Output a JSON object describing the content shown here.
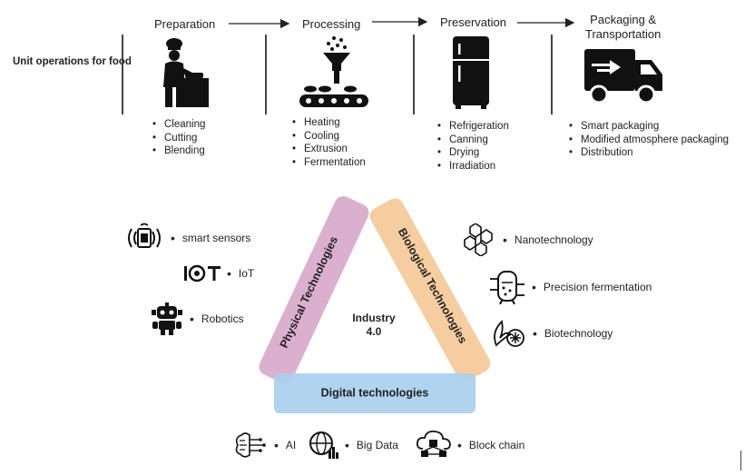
{
  "title": "Unit operations for food",
  "stages": [
    {
      "title": "Preparation",
      "items": [
        "Cleaning",
        "Cutting",
        "Blending"
      ]
    },
    {
      "title": "Processing",
      "items": [
        "Heating",
        "Cooling",
        "Extrusion",
        "Fermentation"
      ]
    },
    {
      "title": "Preservation",
      "items": [
        "Refrigeration",
        "Canning",
        "Drying",
        "Irradiation"
      ]
    },
    {
      "title_line1": "Packaging &",
      "title_line2": "Transportation",
      "items": [
        "Smart packaging",
        "Modified atmosphere packaging",
        "Distribution"
      ]
    }
  ],
  "triangle": {
    "center_line1": "Industry",
    "center_line2": "4.0",
    "physical": "Physical Technologies",
    "biological": "Biological Technologies",
    "digital": "Digital technologies"
  },
  "physical_items": [
    "smart sensors",
    "IoT",
    "Robotics"
  ],
  "biological_items": [
    "Nanotechnology",
    "Precision fermentation",
    "Biotechnology"
  ],
  "digital_items": [
    "AI",
    "Big Data",
    "Block chain"
  ],
  "colors": {
    "physical": "#d7a6c9",
    "biological": "#f5c794",
    "digital": "#a9cfee",
    "ink": "#222222"
  }
}
